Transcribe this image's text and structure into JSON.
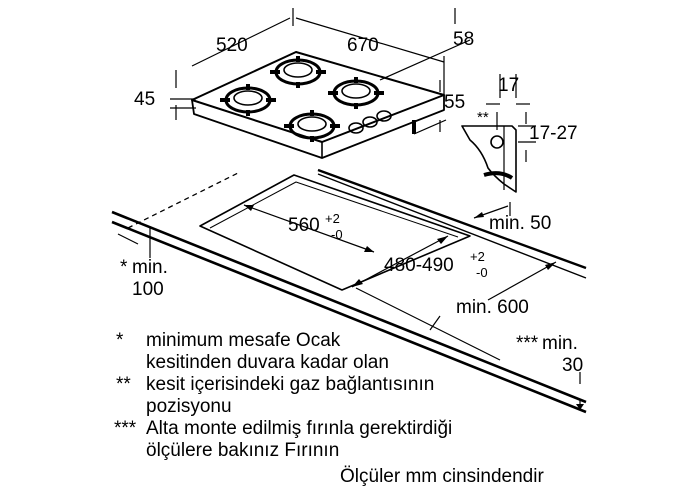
{
  "dimensions": {
    "depth": "520",
    "width": "670",
    "back_offset": "58",
    "height": "45",
    "front_offset": "55",
    "bracket_width": "17",
    "bracket_thickness": "17-27",
    "gas_connection_marker": "**",
    "min_back": "min. 50",
    "cutout_width": "560",
    "cutout_width_tol": "+2",
    "cutout_width_tol2": "-0",
    "cutout_depth": "480-490",
    "cutout_depth_tol": "+2",
    "cutout_depth_tol2": "-0",
    "min_wall_prefix": "*",
    "min_wall_label": "min.",
    "min_wall_value": "100",
    "min_side": "min. 600",
    "min_below_prefix": "***",
    "min_below_label": "min.",
    "min_below_value": "30"
  },
  "notes": [
    {
      "marker": "*",
      "lines": [
        "minimum mesafe Ocak",
        "kesitinden duvara kadar olan"
      ]
    },
    {
      "marker": "**",
      "lines": [
        "kesit içerisindeki gaz bağlantısının",
        "pozisyonu"
      ]
    },
    {
      "marker": "***",
      "lines": [
        "Alta monte edilmiş fırınla gerektirdiği",
        "ölçülere bakınız Fırının"
      ]
    }
  ],
  "units_note": "Ölçüler mm cinsindendir",
  "colors": {
    "line": "#000000",
    "background": "#ffffff"
  }
}
